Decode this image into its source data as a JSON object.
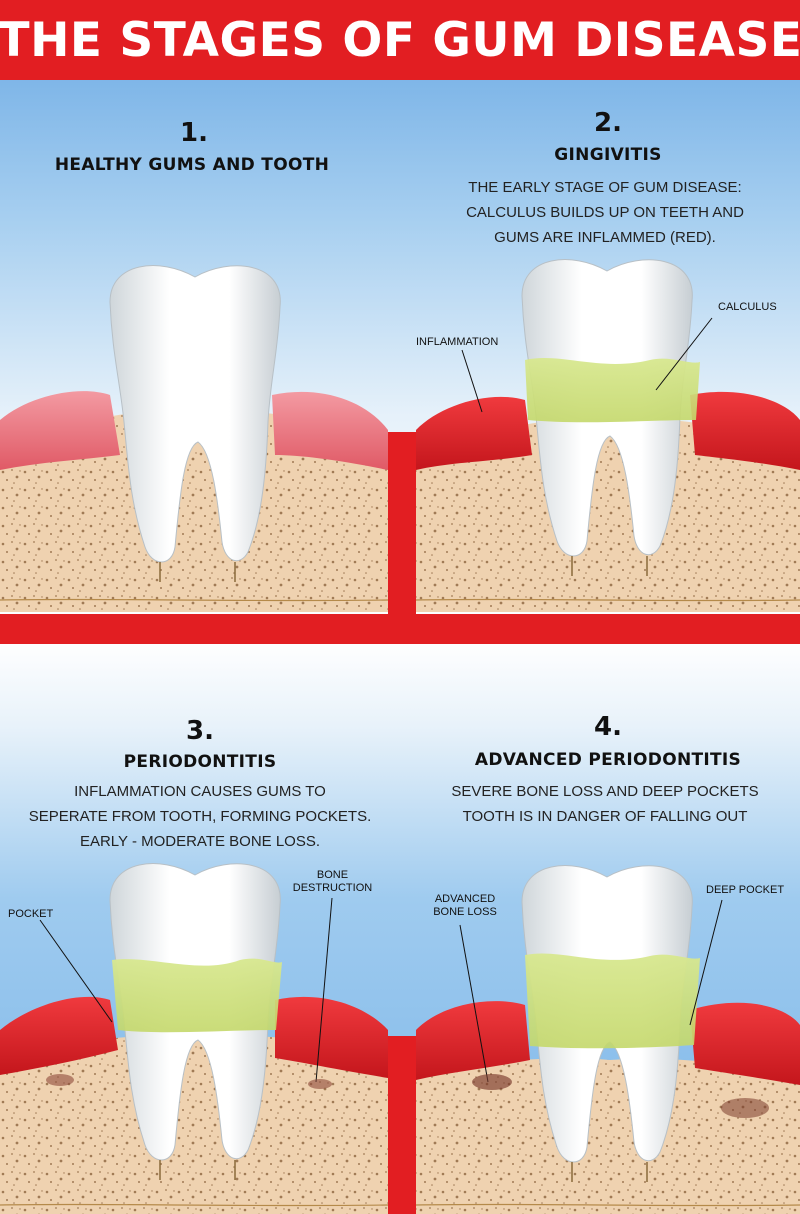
{
  "header": {
    "title": "THE STAGES OF GUM DISEASE"
  },
  "panels": [
    {
      "number": "1.",
      "title": "HEALTHY GUMS AND TOOTH",
      "description": [],
      "labels": []
    },
    {
      "number": "2.",
      "title": "GINGIVITIS",
      "description": [
        "THE EARLY STAGE OF GUM DISEASE:",
        "CALCULUS BUILDS UP ON TEETH AND",
        "GUMS ARE INFLAMMED (RED)."
      ],
      "labels": [
        "INFLAMMATION",
        "CALCULUS"
      ]
    },
    {
      "number": "3.",
      "title": "PERIODONTITIS",
      "description": [
        "INFLAMMATION CAUSES GUMS TO",
        "SEPERATE FROM TOOTH, FORMING POCKETS.",
        "EARLY - MODERATE BONE LOSS."
      ],
      "labels": [
        "POCKET",
        "BONE",
        "DESTRUCTION"
      ]
    },
    {
      "number": "4.",
      "title": "ADVANCED PERIODONTITIS",
      "description": [
        "SEVERE BONE LOSS AND DEEP POCKETS",
        "TOOTH IS IN DANGER OF FALLING OUT"
      ],
      "labels": [
        "ADVANCED",
        "BONE LOSS",
        "DEEP POCKET"
      ]
    }
  ],
  "colors": {
    "header_red": "#e21e22",
    "gum_pink": "#ef7d86",
    "gum_inflamed": "#e3262c",
    "bone": "#efd2b0",
    "calculus": "#cfe07a",
    "sky_blue": "#7fb6e8"
  }
}
